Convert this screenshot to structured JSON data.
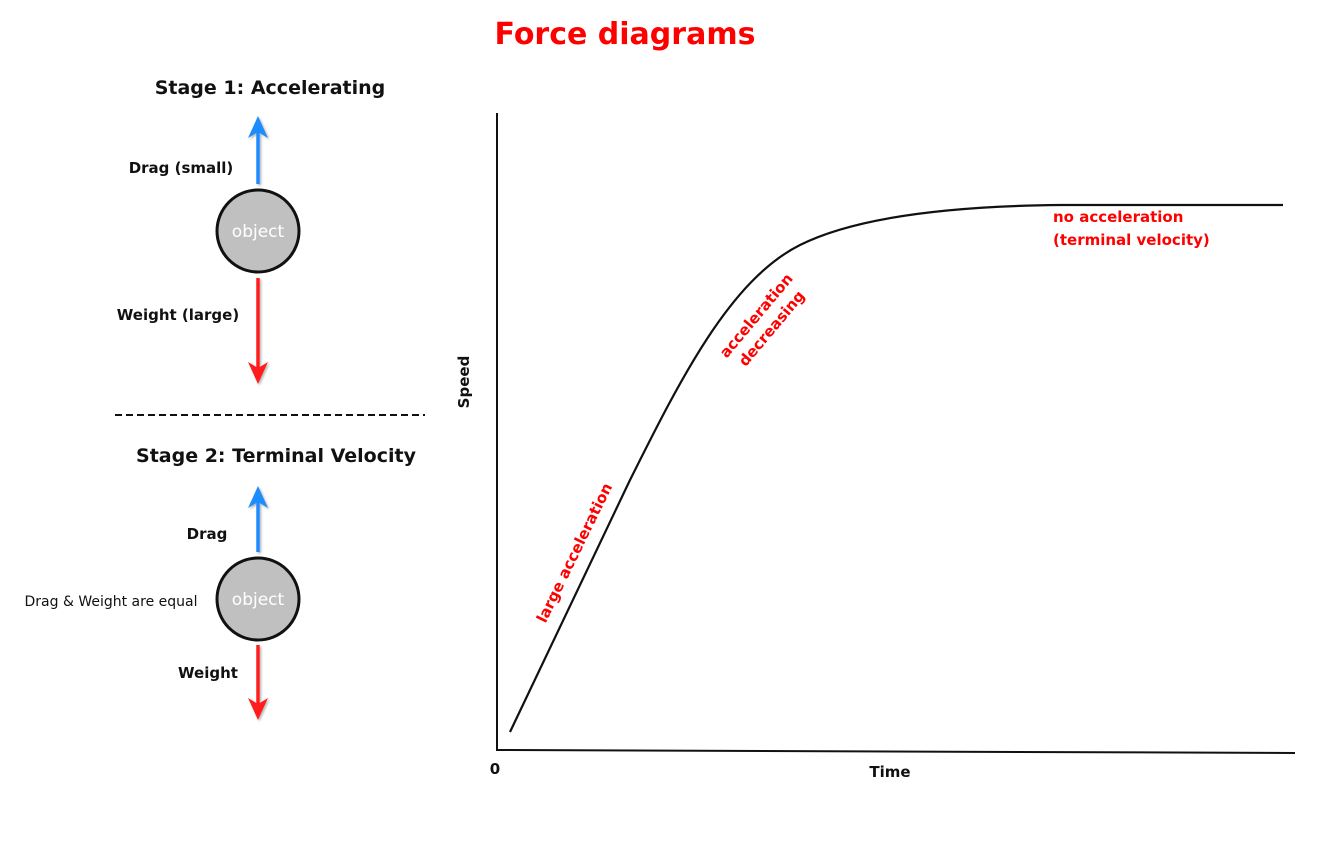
{
  "title": "Force diagrams",
  "stage1": {
    "heading": "Stage 1: Accelerating",
    "drag_label": "Drag (small)",
    "object_label": "object",
    "weight_label": "Weight (large)"
  },
  "stage2": {
    "heading": "Stage 2: Terminal Velocity",
    "drag_label": "Drag",
    "object_label": "object",
    "note": "Drag & Weight are equal",
    "weight_label": "Weight"
  },
  "graph": {
    "ylabel": "Speed",
    "xlabel": "Time",
    "origin_label": "0",
    "annotations": {
      "large": "large acceleration",
      "decreasing_1": "acceleration",
      "decreasing_2": "decreasing",
      "none_1": "no acceleration",
      "none_2": "(terminal velocity)"
    }
  },
  "colors": {
    "drag": "#1a8cff",
    "weight": "#ff1a1a",
    "object": "#c0c0c0",
    "annotation": "#ff0000"
  }
}
